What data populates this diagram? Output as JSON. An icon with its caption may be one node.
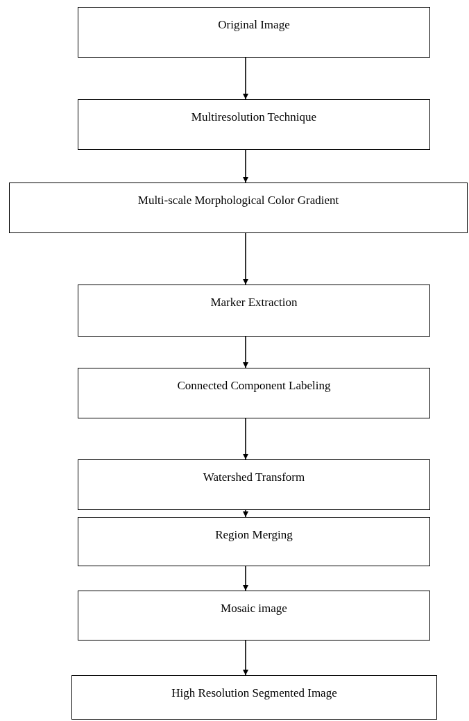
{
  "diagram": {
    "nodes": [
      {
        "text": [
          "Original Image"
        ]
      },
      {
        "text": [
          "Multiresolution Technique"
        ]
      },
      {
        "text": [
          "Multi-scale Morphological Color Gradient"
        ]
      },
      {
        "text": [
          "Marker Extraction"
        ]
      },
      {
        "text": [
          "Connected Component Labeling"
        ]
      },
      {
        "text": [
          "Watershed Transform"
        ]
      },
      {
        "text": [
          "Region Merging"
        ]
      },
      {
        "text": [
          "Mosaic image"
        ]
      },
      {
        "text": [
          "High Resolution Segmented Image"
        ]
      }
    ],
    "edges": [
      {
        "from": 0,
        "to": 1,
        "arrow": "to"
      },
      {
        "from": 1,
        "to": 2,
        "arrow": "to"
      },
      {
        "from": 2,
        "to": 3,
        "arrow": "to"
      },
      {
        "from": 3,
        "to": 4,
        "arrow": "to"
      },
      {
        "from": 4,
        "to": 5,
        "arrow": "to"
      },
      {
        "from": 5,
        "to": 6,
        "arrow": "to"
      },
      {
        "from": 6,
        "to": 7,
        "arrow": "to"
      },
      {
        "from": 7,
        "to": 8,
        "arrow": "to"
      }
    ]
  }
}
